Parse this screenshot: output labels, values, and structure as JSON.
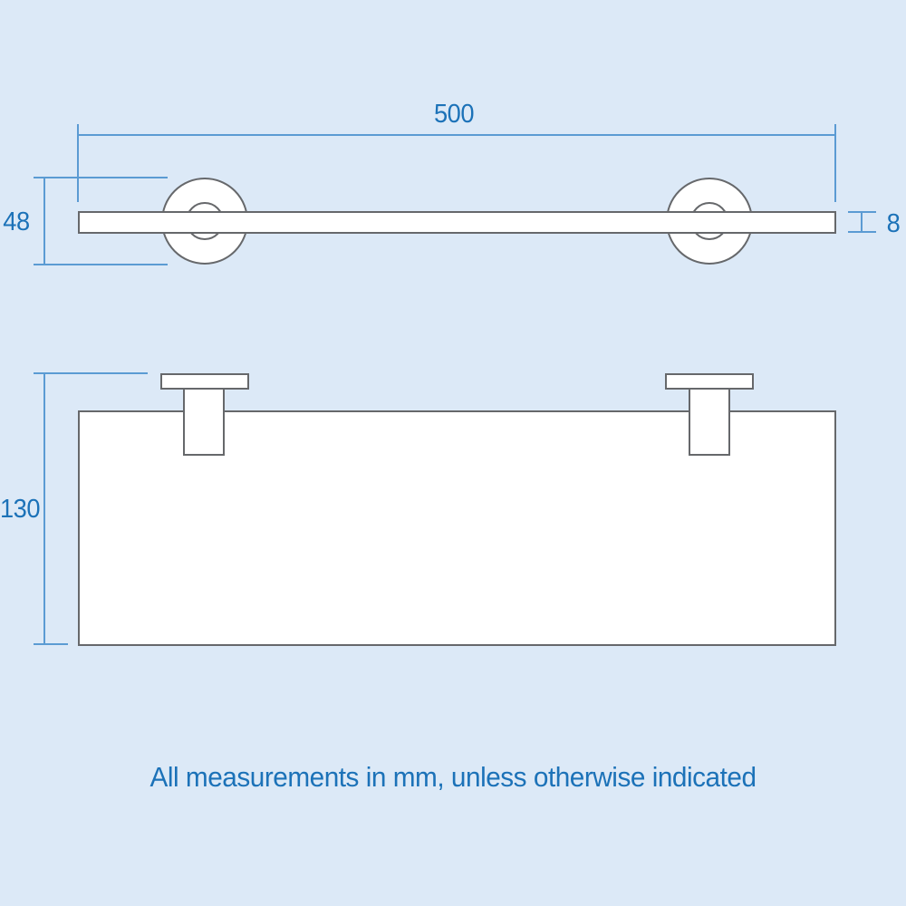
{
  "colors": {
    "background": "#dce9f7",
    "outline_gray": "#66686b",
    "dimension_blue": "#5b9bd3",
    "text_blue": "#1c72b8",
    "fill_white": "#ffffff"
  },
  "front_view": {
    "width_mm": "500",
    "bracket_diameter_mm": "48",
    "shelf_thickness_mm": "8"
  },
  "plan_view": {
    "depth_mm": "130"
  },
  "footer": {
    "note": "All measurements in mm, unless otherwise indicated"
  }
}
